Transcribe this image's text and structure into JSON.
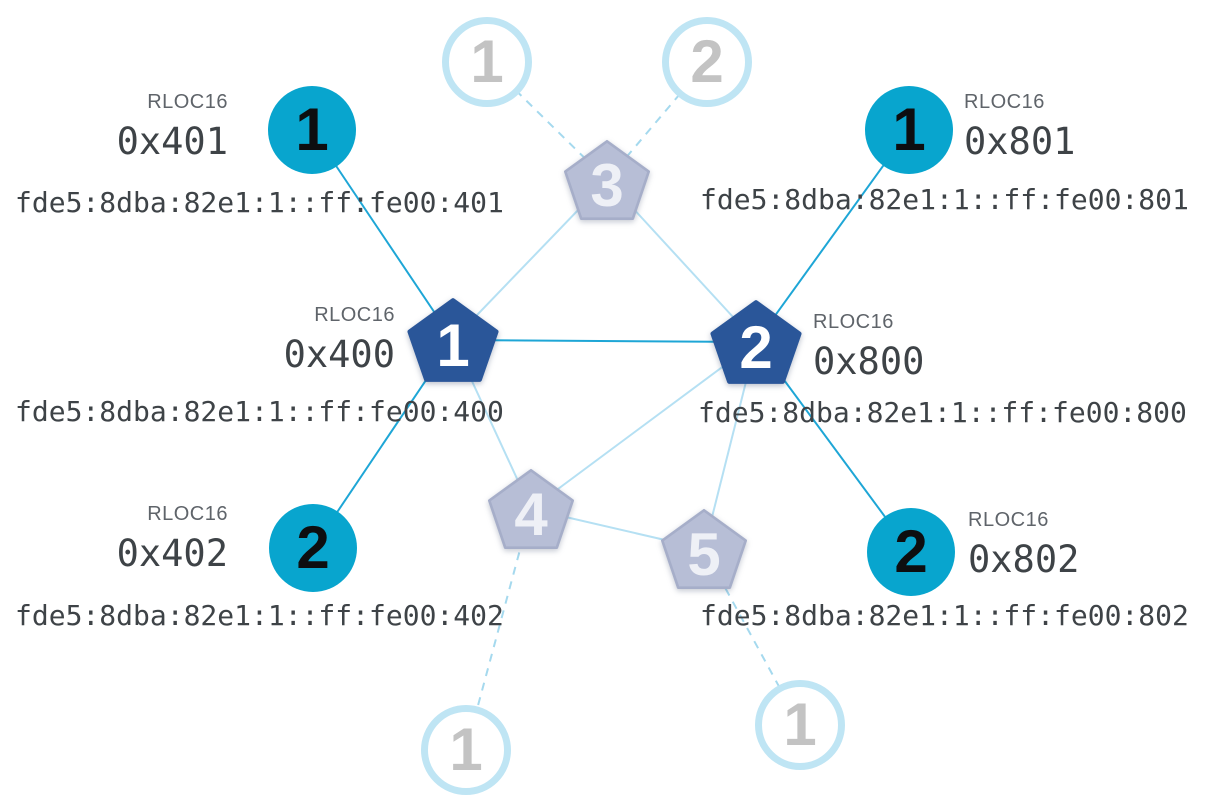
{
  "diagram": {
    "rloc16_caption": "RLOC16",
    "colors": {
      "router_active": "#2a5699",
      "router_inactive_fill": "#b7bed6",
      "router_inactive_edge": "#a6aec9",
      "child_active": "#08a5ce",
      "ring_inactive": "#bfe5f4",
      "link_active": "#1ea6d6",
      "link_weak": "#b5e0f3",
      "link_dashed": "#a5d9ee",
      "label_muted": "#5f646a",
      "label_value": "#3e4347",
      "num_inactive": "#c3c3c3",
      "pent_num_inactive": "#eef0f6"
    },
    "routers": [
      {
        "number": "1",
        "highlighted": true,
        "rloc16": "0x400",
        "ipv6": "fde5:8dba:82e1:1::ff:fe00:400"
      },
      {
        "number": "2",
        "highlighted": true,
        "rloc16": "0x800",
        "ipv6": "fde5:8dba:82e1:1::ff:fe00:800"
      },
      {
        "number": "3",
        "highlighted": false
      },
      {
        "number": "4",
        "highlighted": false
      },
      {
        "number": "5",
        "highlighted": false
      }
    ],
    "children": [
      {
        "number": "1",
        "highlighted": true,
        "parent_router": "1",
        "rloc16": "0x401",
        "ipv6": "fde5:8dba:82e1:1::ff:fe00:401"
      },
      {
        "number": "2",
        "highlighted": true,
        "parent_router": "1",
        "rloc16": "0x402",
        "ipv6": "fde5:8dba:82e1:1::ff:fe00:402"
      },
      {
        "number": "1",
        "highlighted": true,
        "parent_router": "2",
        "rloc16": "0x801",
        "ipv6": "fde5:8dba:82e1:1::ff:fe00:801"
      },
      {
        "number": "2",
        "highlighted": true,
        "parent_router": "2",
        "rloc16": "0x802",
        "ipv6": "fde5:8dba:82e1:1::ff:fe00:802"
      },
      {
        "number": "1",
        "highlighted": false,
        "parent_router": "3"
      },
      {
        "number": "2",
        "highlighted": false,
        "parent_router": "3"
      },
      {
        "number": "1",
        "highlighted": false,
        "parent_router": "4"
      },
      {
        "number": "1",
        "highlighted": false,
        "parent_router": "5"
      }
    ],
    "links": {
      "router_to_router_active": [
        [
          "1",
          "2"
        ]
      ],
      "router_to_router_weak": [
        [
          "1",
          "3"
        ],
        [
          "2",
          "3"
        ],
        [
          "1",
          "4"
        ],
        [
          "2",
          "4"
        ],
        [
          "2",
          "5"
        ],
        [
          "4",
          "5"
        ]
      ],
      "router_to_child_active": [
        [
          "1",
          "0x401"
        ],
        [
          "1",
          "0x402"
        ],
        [
          "2",
          "0x801"
        ],
        [
          "2",
          "0x802"
        ]
      ],
      "router_to_child_dashed": [
        [
          "3",
          "child-1"
        ],
        [
          "3",
          "child-2"
        ],
        [
          "4",
          "child-1"
        ],
        [
          "5",
          "child-1"
        ]
      ]
    }
  }
}
